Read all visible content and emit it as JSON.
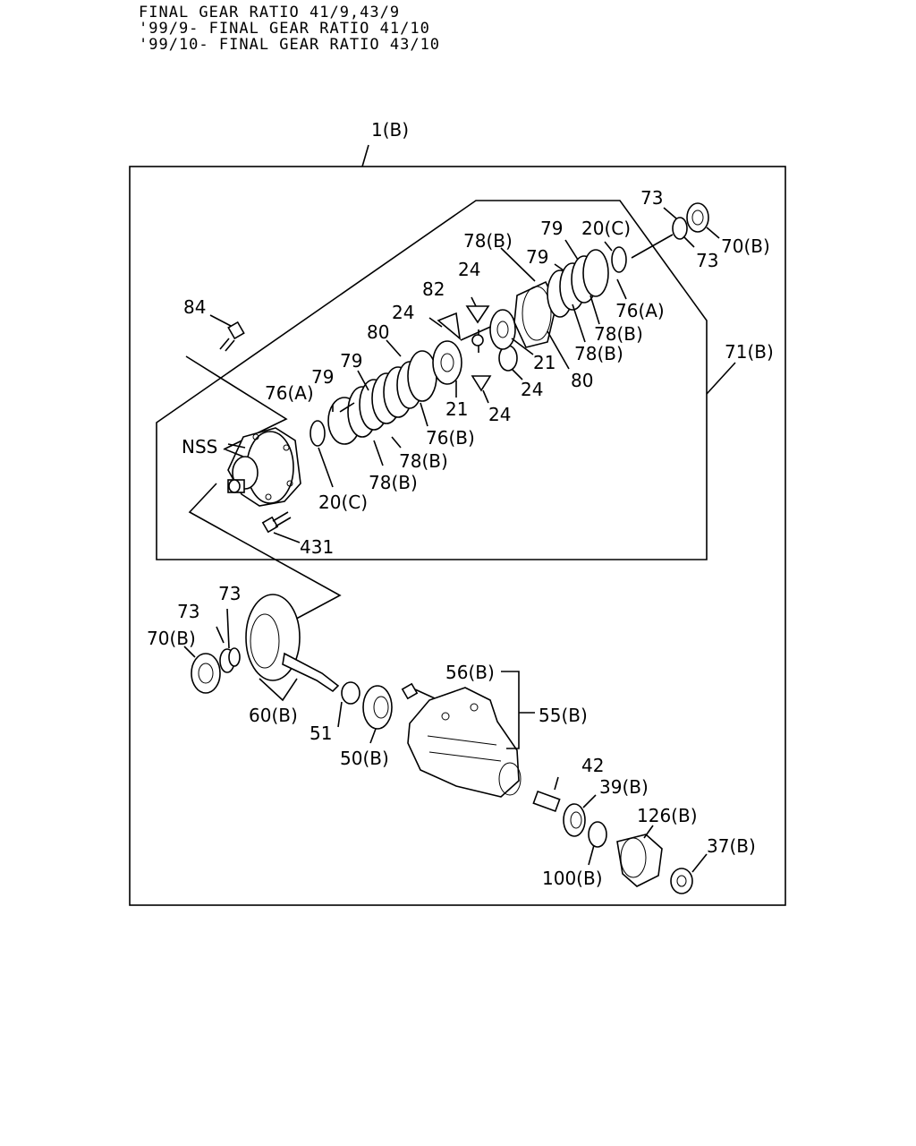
{
  "header": {
    "line1": "FINAL GEAR RATIO 41/9,43/9",
    "line2": "'99/9- FINAL GEAR RATIO 41/10",
    "line3": "'99/10- FINAL GEAR RATIO 43/10"
  },
  "labels": {
    "assembly": "1(B)",
    "case_group": "71(B)",
    "nss": "NSS",
    "p84": "84",
    "p431": "431",
    "p82": "82",
    "p80a": "80",
    "p80b": "80",
    "p24a": "24",
    "p24b": "24",
    "p24c": "24",
    "p24d": "24",
    "p21a": "21",
    "p21b": "21",
    "p79a": "79",
    "p79b": "79",
    "p79c": "79",
    "p79d": "79",
    "p76a_left": "76(A)",
    "p76a_right": "76(A)",
    "p76b": "76(B)",
    "p78b_1": "78(B)",
    "p78b_2": "78(B)",
    "p78b_3": "78(B)",
    "p78b_4": "78(B)",
    "p78b_5": "78(B)",
    "p20c_left": "20(C)",
    "p20c_right": "20(C)",
    "p73a": "73",
    "p73b": "73",
    "p73c": "73",
    "p73d": "73",
    "p70b_top": "70(B)",
    "p70b_left": "70(B)",
    "p60b": "60(B)",
    "p51": "51",
    "p50b": "50(B)",
    "p56b": "56(B)",
    "p55b": "55(B)",
    "p42": "42",
    "p39b": "39(B)",
    "p126b": "126(B)",
    "p37b": "37(B)",
    "p100b": "100(B)"
  }
}
